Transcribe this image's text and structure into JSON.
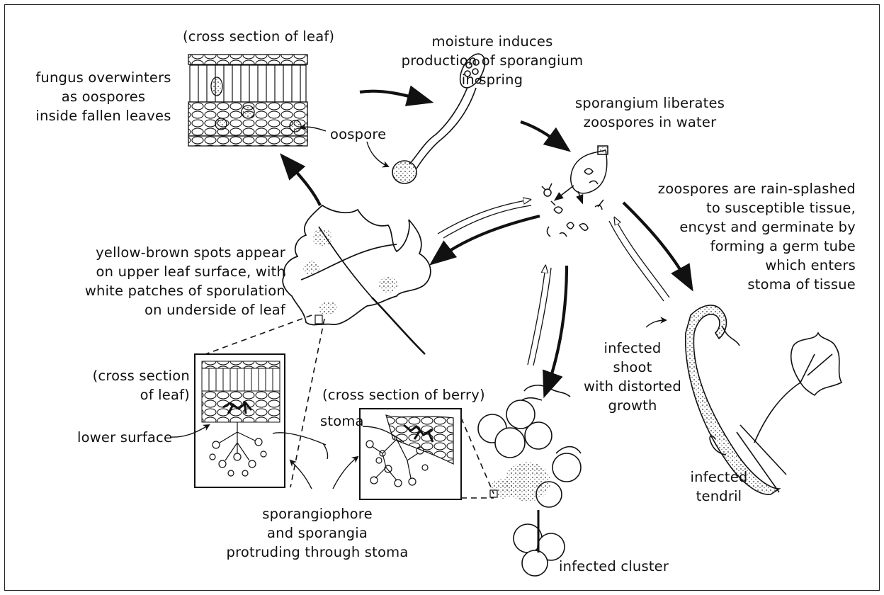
{
  "labels": {
    "cross_section_leaf_top": "(cross section of leaf)",
    "moisture": "moisture induces\nproduction of sporangium\nin spring",
    "overwinters": "fungus overwinters\nas oospores\ninside fallen leaves",
    "oospore": "oospore",
    "sporangium_liberates": "sporangium liberates\nzoospores in water",
    "zoospores_splash": "zoospores are rain-splashed\nto susceptible tissue,\nencyst and germinate by\nforming a germ tube\nwhich enters\nstoma of tissue",
    "yellow_spots": "yellow-brown spots appear\non upper leaf surface, with\nwhite patches of sporulation\non underside of leaf",
    "cross_section_leaf_bottom": "(cross section\nof leaf)",
    "lower_surface": "lower surface",
    "stoma": "stoma",
    "cross_section_berry": "(cross section of berry)",
    "infected_shoot": "infected\nshoot\nwith distorted\ngrowth",
    "sporangiophore": "sporangiophore\nand sporangia\nprotruding through stoma",
    "infected_cluster": "infected cluster",
    "infected_tendril": "infected\ntendril"
  }
}
